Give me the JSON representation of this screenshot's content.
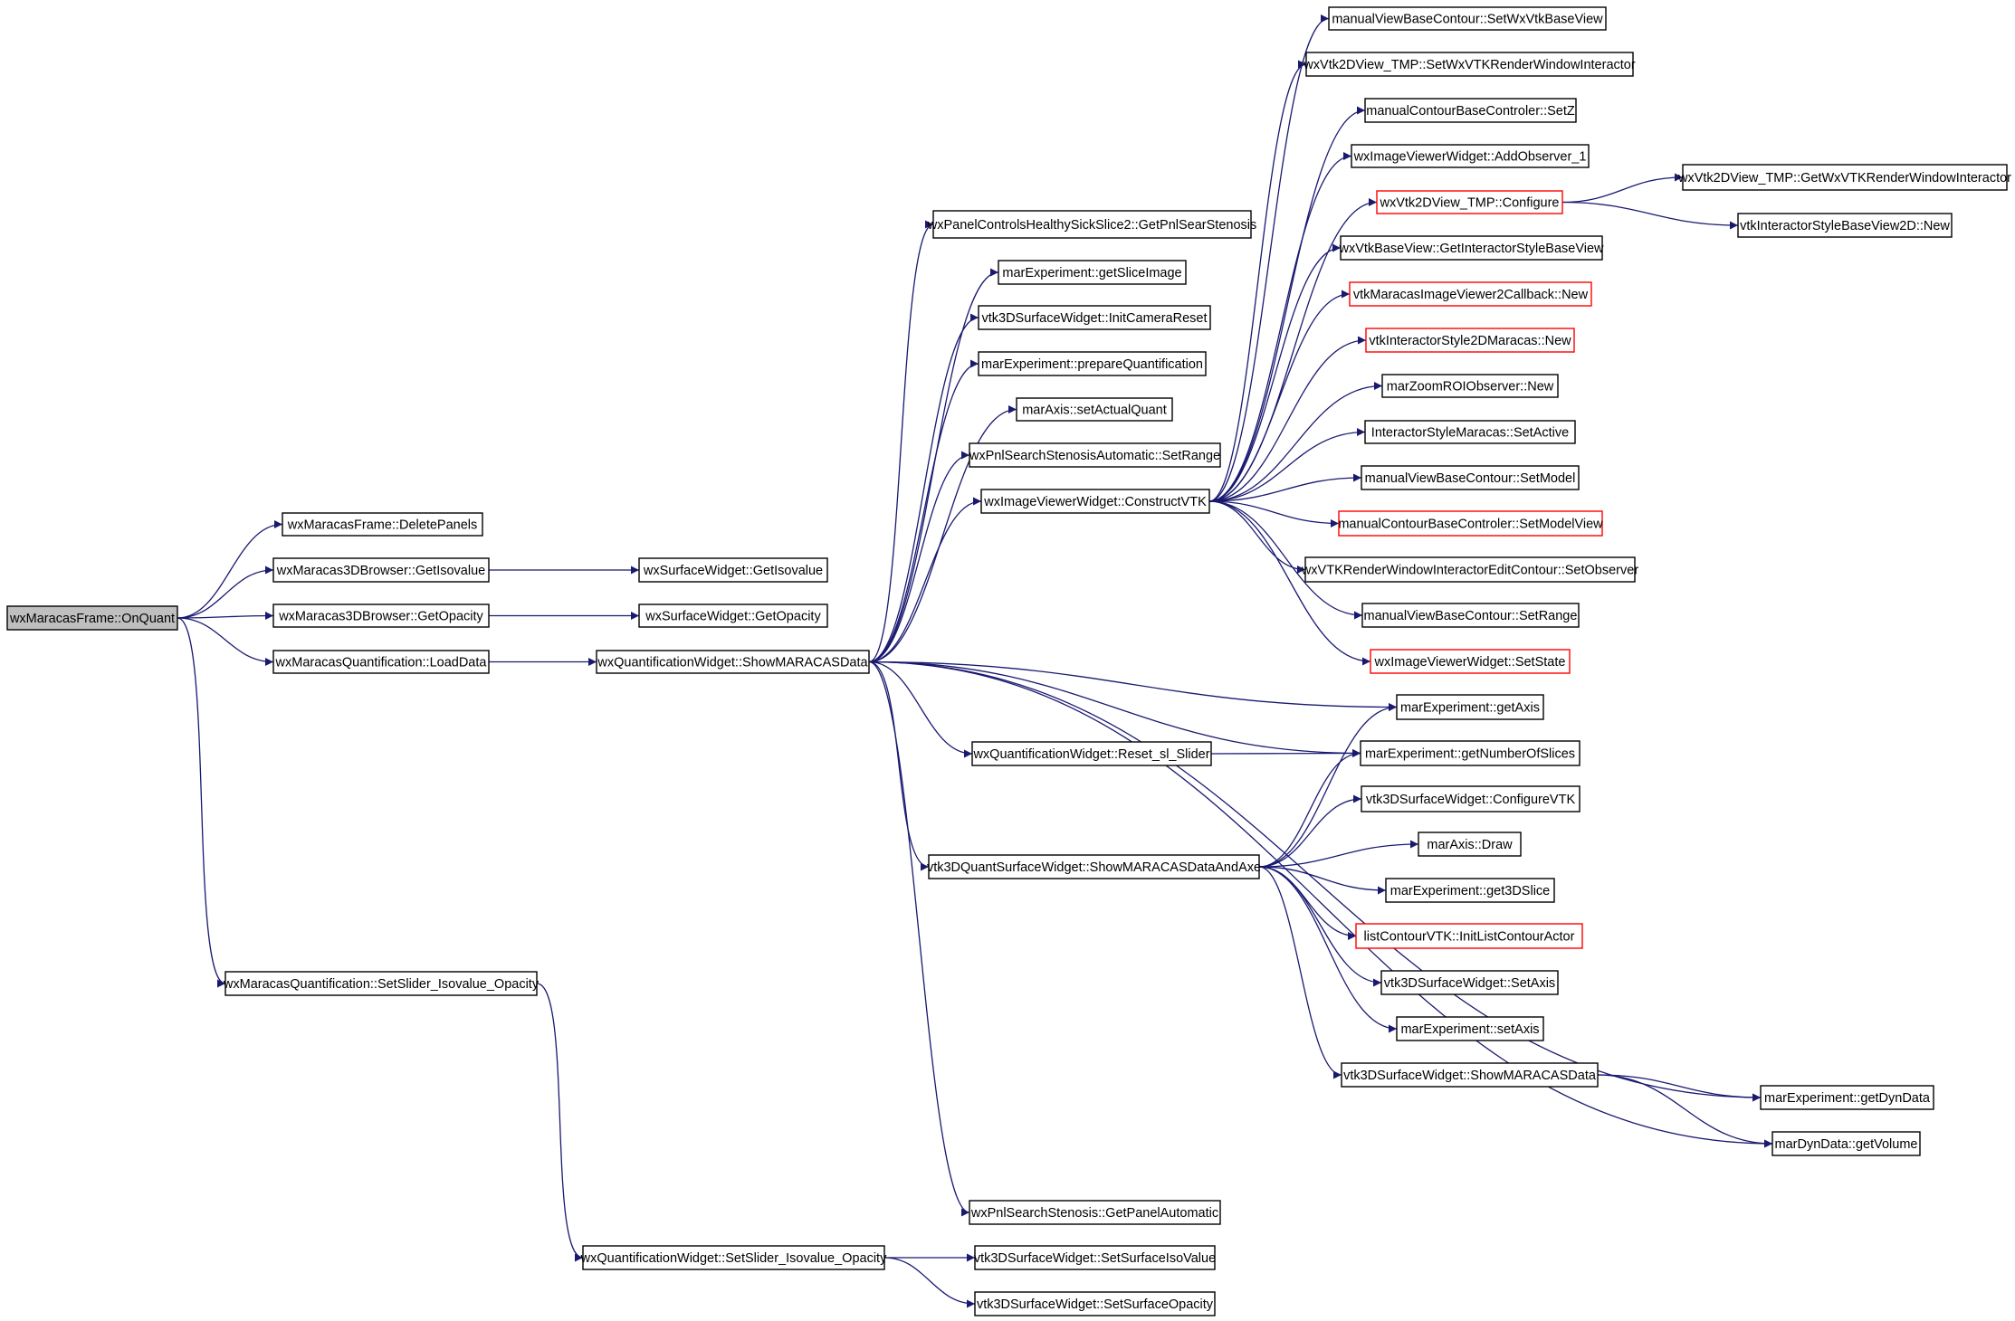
{
  "graph": {
    "title": "",
    "edge_color": "#191970",
    "truncated_border_color": "#ff0000",
    "root_fill": "#bfbfbf",
    "nodes": [
      {
        "id": "onquant",
        "label": "wxMaracasFrame::OnQuant",
        "root": true
      },
      {
        "id": "deletepanels",
        "label": "wxMaracasFrame::DeletePanels"
      },
      {
        "id": "b3d_getiso",
        "label": "wxMaracas3DBrowser::GetIsovalue"
      },
      {
        "id": "b3d_getopac",
        "label": "wxMaracas3DBrowser::GetOpacity"
      },
      {
        "id": "mq_loaddata",
        "label": "wxMaracasQuantification::LoadData"
      },
      {
        "id": "mq_setslider",
        "label": "wxMaracasQuantification::SetSlider_Isovalue_Opacity"
      },
      {
        "id": "sw_getiso",
        "label": "wxSurfaceWidget::GetIsovalue"
      },
      {
        "id": "sw_getopac",
        "label": "wxSurfaceWidget::GetOpacity"
      },
      {
        "id": "qw_show",
        "label": "wxQuantificationWidget::ShowMARACASData"
      },
      {
        "id": "qw_setslider",
        "label": "wxQuantificationWidget::SetSlider_Isovalue_Opacity"
      },
      {
        "id": "pnl_getsear",
        "label": "wxPanelControlsHealthySickSlice2::GetPnlSearStenosis"
      },
      {
        "id": "me_getslice",
        "label": "marExperiment::getSliceImage"
      },
      {
        "id": "v3d_initcam",
        "label": "vtk3DSurfaceWidget::InitCameraReset"
      },
      {
        "id": "me_prepq",
        "label": "marExperiment::prepareQuantification"
      },
      {
        "id": "ma_setactual",
        "label": "marAxis::setActualQuant"
      },
      {
        "id": "pnlauto_setrange",
        "label": "wxPnlSearchStenosisAutomatic::SetRange"
      },
      {
        "id": "ivw_construct",
        "label": "wxImageViewerWidget::ConstructVTK"
      },
      {
        "id": "qw_reset",
        "label": "wxQuantificationWidget::Reset_sl_Slider"
      },
      {
        "id": "v3dq_show",
        "label": "vtk3DQuantSurfaceWidget::ShowMARACASDataAndAxe"
      },
      {
        "id": "pnl_getauto",
        "label": "wxPnlSearchStenosis::GetPanelAutomatic"
      },
      {
        "id": "v3d_setsurfiso",
        "label": "vtk3DSurfaceWidget::SetSurfaceIsoValue"
      },
      {
        "id": "v3d_setsurfopac",
        "label": "vtk3DSurfaceWidget::SetSurfaceOpacity"
      },
      {
        "id": "mvbc_setwx",
        "label": "manualViewBaseContour::SetWxVtkBaseView"
      },
      {
        "id": "w2d_setrwi",
        "label": "wxVtk2DView_TMP::SetWxVTKRenderWindowInteractor"
      },
      {
        "id": "mcbc_setz",
        "label": "manualContourBaseControler::SetZ"
      },
      {
        "id": "ivw_addobs",
        "label": "wxImageViewerWidget::AddObserver_1"
      },
      {
        "id": "w2d_configure",
        "label": "wxVtk2DView_TMP::Configure",
        "red": true
      },
      {
        "id": "wbv_getisb",
        "label": "wxVtkBaseView::GetInteractorStyleBaseView"
      },
      {
        "id": "vmiv_new",
        "label": "vtkMaracasImageViewer2Callback::New",
        "red": true
      },
      {
        "id": "vis2d_new",
        "label": "vtkInteractorStyle2DMaracas::New",
        "red": true
      },
      {
        "id": "mzr_new",
        "label": "marZoomROIObserver::New"
      },
      {
        "id": "ism_setactive",
        "label": "InteractorStyleMaracas::SetActive"
      },
      {
        "id": "mvbc_setmodel",
        "label": "manualViewBaseContour::SetModel"
      },
      {
        "id": "mcbc_setmv",
        "label": "manualContourBaseControler::SetModelView",
        "red": true
      },
      {
        "id": "wvtk_setobs",
        "label": "wxVTKRenderWindowInteractorEditContour::SetObserver"
      },
      {
        "id": "mvbc_setrange",
        "label": "manualViewBaseContour::SetRange"
      },
      {
        "id": "ivw_setstate",
        "label": "wxImageViewerWidget::SetState",
        "red": true
      },
      {
        "id": "me_getaxis",
        "label": "marExperiment::getAxis"
      },
      {
        "id": "me_getnslices",
        "label": "marExperiment::getNumberOfSlices"
      },
      {
        "id": "v3d_configvtk",
        "label": "vtk3DSurfaceWidget::ConfigureVTK"
      },
      {
        "id": "ma_draw",
        "label": "marAxis::Draw"
      },
      {
        "id": "me_get3d",
        "label": "marExperiment::get3DSlice"
      },
      {
        "id": "lcv_init",
        "label": "listContourVTK::InitListContourActor",
        "red": true
      },
      {
        "id": "v3d_setaxis",
        "label": "vtk3DSurfaceWidget::SetAxis"
      },
      {
        "id": "me_setaxis",
        "label": "marExperiment::setAxis"
      },
      {
        "id": "v3d_show",
        "label": "vtk3DSurfaceWidget::ShowMARACASData"
      },
      {
        "id": "w2d_getrwi",
        "label": "wxVtk2DView_TMP::GetWxVTKRenderWindowInteractor"
      },
      {
        "id": "visb2d_new",
        "label": "vtkInteractorStyleBaseView2D::New"
      },
      {
        "id": "me_getdyn",
        "label": "marExperiment::getDynData"
      },
      {
        "id": "mdd_getvol",
        "label": "marDynData::getVolume"
      }
    ],
    "edges": [
      [
        "onquant",
        "deletepanels"
      ],
      [
        "onquant",
        "b3d_getiso"
      ],
      [
        "onquant",
        "b3d_getopac"
      ],
      [
        "onquant",
        "mq_loaddata"
      ],
      [
        "onquant",
        "mq_setslider"
      ],
      [
        "b3d_getiso",
        "sw_getiso"
      ],
      [
        "b3d_getopac",
        "sw_getopac"
      ],
      [
        "mq_loaddata",
        "qw_show"
      ],
      [
        "mq_setslider",
        "qw_setslider"
      ],
      [
        "qw_show",
        "pnl_getsear"
      ],
      [
        "qw_show",
        "me_getslice"
      ],
      [
        "qw_show",
        "v3d_initcam"
      ],
      [
        "qw_show",
        "me_prepq"
      ],
      [
        "qw_show",
        "ma_setactual"
      ],
      [
        "qw_show",
        "pnlauto_setrange"
      ],
      [
        "qw_show",
        "ivw_construct"
      ],
      [
        "qw_show",
        "me_getaxis"
      ],
      [
        "qw_show",
        "me_getnslices"
      ],
      [
        "qw_show",
        "qw_reset"
      ],
      [
        "qw_show",
        "v3dq_show"
      ],
      [
        "qw_show",
        "me_getdyn"
      ],
      [
        "qw_show",
        "mdd_getvol"
      ],
      [
        "qw_show",
        "pnl_getauto"
      ],
      [
        "qw_setslider",
        "v3d_setsurfiso"
      ],
      [
        "qw_setslider",
        "v3d_setsurfopac"
      ],
      [
        "ivw_construct",
        "mvbc_setwx"
      ],
      [
        "ivw_construct",
        "w2d_setrwi"
      ],
      [
        "ivw_construct",
        "mcbc_setz"
      ],
      [
        "ivw_construct",
        "ivw_addobs"
      ],
      [
        "ivw_construct",
        "w2d_configure"
      ],
      [
        "ivw_construct",
        "wbv_getisb"
      ],
      [
        "ivw_construct",
        "vmiv_new"
      ],
      [
        "ivw_construct",
        "vis2d_new"
      ],
      [
        "ivw_construct",
        "mzr_new"
      ],
      [
        "ivw_construct",
        "ism_setactive"
      ],
      [
        "ivw_construct",
        "mvbc_setmodel"
      ],
      [
        "ivw_construct",
        "mcbc_setmv"
      ],
      [
        "ivw_construct",
        "wvtk_setobs"
      ],
      [
        "ivw_construct",
        "mvbc_setrange"
      ],
      [
        "ivw_construct",
        "ivw_setstate"
      ],
      [
        "w2d_configure",
        "w2d_getrwi"
      ],
      [
        "w2d_configure",
        "visb2d_new"
      ],
      [
        "qw_reset",
        "me_getnslices"
      ],
      [
        "v3dq_show",
        "me_getaxis"
      ],
      [
        "v3dq_show",
        "me_getnslices"
      ],
      [
        "v3dq_show",
        "v3d_configvtk"
      ],
      [
        "v3dq_show",
        "ma_draw"
      ],
      [
        "v3dq_show",
        "me_get3d"
      ],
      [
        "v3dq_show",
        "lcv_init"
      ],
      [
        "v3dq_show",
        "v3d_setaxis"
      ],
      [
        "v3dq_show",
        "me_setaxis"
      ],
      [
        "v3dq_show",
        "v3d_show"
      ],
      [
        "v3d_show",
        "me_getdyn"
      ],
      [
        "v3d_show",
        "mdd_getvol"
      ]
    ]
  }
}
